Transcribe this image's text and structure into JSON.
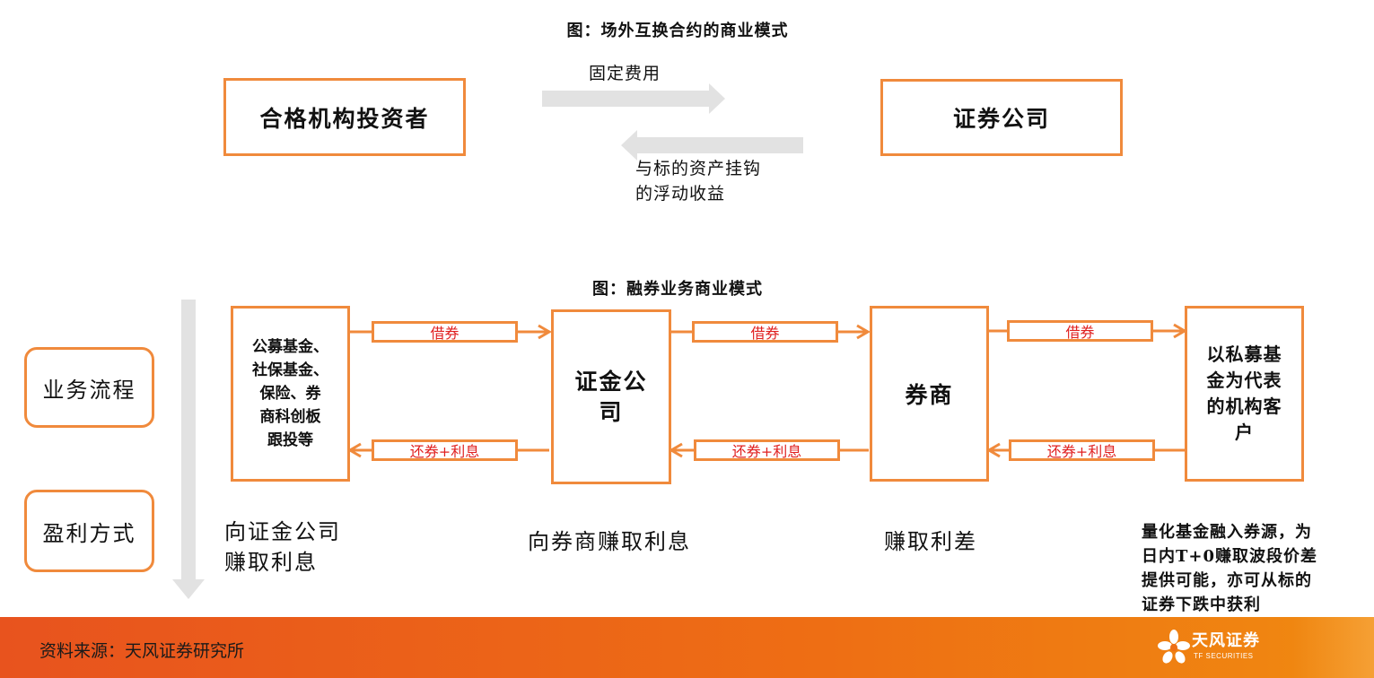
{
  "diagram1": {
    "title": "图：场外互换合约的商业模式",
    "left_box": "合格机构投资者",
    "right_box": "证券公司",
    "arrow_top_label": "固定费用",
    "arrow_bottom_label_line1": "与标的资产挂钩",
    "arrow_bottom_label_line2": "的浮动收益"
  },
  "diagram2": {
    "title": "图：融券业务商业模式",
    "row_labels": {
      "process": "业务流程",
      "profit": "盈利方式"
    },
    "boxes": {
      "funds": [
        "公募基金、",
        "社保基金、",
        "保险、券",
        "商科创板",
        "跟投等"
      ],
      "csf": [
        "证金公",
        "司"
      ],
      "broker": "券商",
      "clients": [
        "以私募基",
        "金为代表",
        "的机构客",
        "户"
      ]
    },
    "arrows": {
      "lend1": "借券",
      "lend2": "借券",
      "lend3": "借券",
      "repay1": "还券+利息",
      "repay2": "还券+利息",
      "repay3": "还券+利息"
    },
    "profits": {
      "funds": [
        "向证金公司",
        "赚取利息"
      ],
      "csf": "向券商赚取利息",
      "broker": "赚取利差",
      "clients": [
        "量化基金融入券源，为",
        "日内T+0赚取波段价差",
        "提供可能，亦可从标的",
        "证券下跌中获利"
      ]
    }
  },
  "footer": {
    "source": "资料来源：天风证券研究所",
    "logo_name": "天风证券",
    "logo_sub": "TF SECURITIES"
  },
  "colors": {
    "accent": "#f08a3c",
    "arrow_gray": "#e2e2e2",
    "label_red": "#e02020",
    "footer": "#ee6e14"
  }
}
